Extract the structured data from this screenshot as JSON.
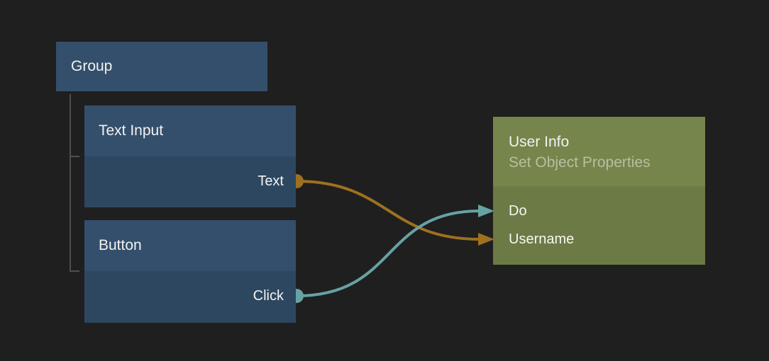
{
  "canvas": {
    "background": "#1f1f1f"
  },
  "colors": {
    "node_blue_header": "#344f6b",
    "node_blue_body": "#2d4761",
    "node_olive_header": "#76854b",
    "node_olive_body": "#6c7a45",
    "wire_orange": "#9e7020",
    "wire_teal": "#67a2a2",
    "tree_line": "#4f4f4f",
    "title_text": "#f2f2f2",
    "subtitle_text": "#b8bfa0"
  },
  "nodes": {
    "group": {
      "title": "Group"
    },
    "text_input": {
      "title": "Text Input",
      "outputs": [
        {
          "label": "Text",
          "color": "#9e7020"
        }
      ]
    },
    "button": {
      "title": "Button",
      "outputs": [
        {
          "label": "Click",
          "color": "#67a2a2"
        }
      ]
    },
    "user_info": {
      "title": "User Info",
      "subtitle": "Set Object Properties",
      "inputs": [
        {
          "label": "Do",
          "color": "#67a2a2"
        },
        {
          "label": "Username",
          "color": "#9e7020"
        }
      ]
    }
  },
  "connections": [
    {
      "from": "Text Input / Text",
      "to": "User Info / Username",
      "color": "#9e7020"
    },
    {
      "from": "Button / Click",
      "to": "User Info / Do",
      "color": "#67a2a2"
    }
  ]
}
